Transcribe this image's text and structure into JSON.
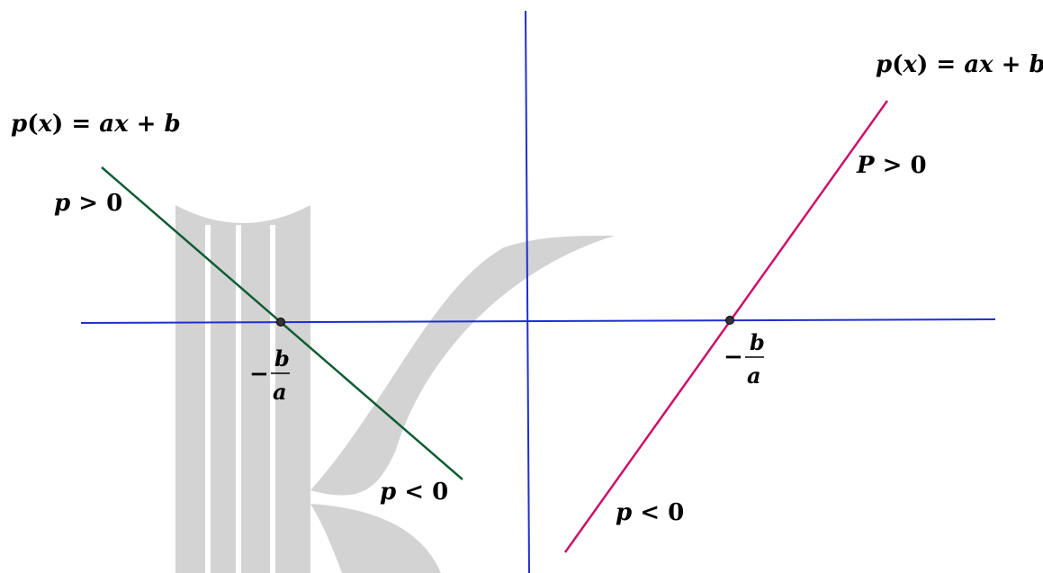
{
  "colors": {
    "background": "#ffffff",
    "axes": "#1f2fd0",
    "line_negative_slope": "#0f5c35",
    "line_positive_slope": "#cc1169",
    "root_point": "#333333",
    "watermark": "#d3d3d3"
  },
  "left_graph": {
    "function_label": {
      "p": "p",
      "x": "x",
      "rhs_a": "a",
      "rhs_x": "x",
      "rhs_b": "b"
    },
    "positive_region": {
      "symbol": "p",
      "relation": ">",
      "value": "0"
    },
    "negative_region": {
      "symbol": "p",
      "relation": "<",
      "value": "0"
    },
    "root_label": {
      "sign": "−",
      "numerator": "b",
      "denominator": "a"
    }
  },
  "right_graph": {
    "function_label": {
      "p": "p",
      "x": "x",
      "rhs_a": "a",
      "rhs_x": "x",
      "rhs_b": "b"
    },
    "positive_region": {
      "symbol": "P",
      "relation": ">",
      "value": "0"
    },
    "negative_region": {
      "symbol": "p",
      "relation": "<",
      "value": "0"
    },
    "root_label": {
      "sign": "−",
      "numerator": "b",
      "denominator": "a"
    }
  }
}
